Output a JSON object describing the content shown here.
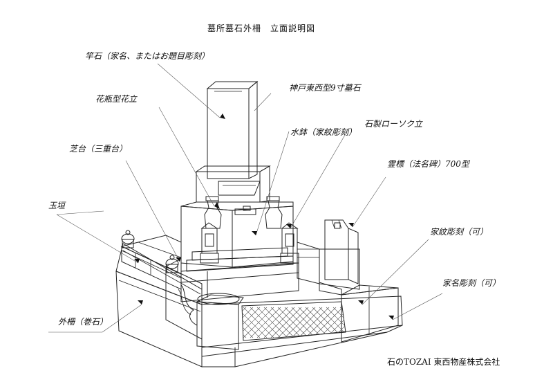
{
  "title": "墓所墓石外柵　立面説明図",
  "footer": "石のTOZAI 東西物産株式会社",
  "labels": {
    "saoishi": "竿石（家名、またはお題目彫刻）",
    "kobe": "神戸東西型9寸墓石",
    "kabin": "花瓶型花立",
    "mizubachi": "水鉢（家紋彫刻）",
    "rousoku": "石製ローソク立",
    "shibadai": "芝台（三重台）",
    "reihyo": "霊標（法名碑）700型",
    "tamagaki": "玉垣",
    "kamon": "家紋彫刻（可）",
    "kamei": "家名彫刻（可）",
    "gaisaku": "外柵（巻石）"
  }
}
